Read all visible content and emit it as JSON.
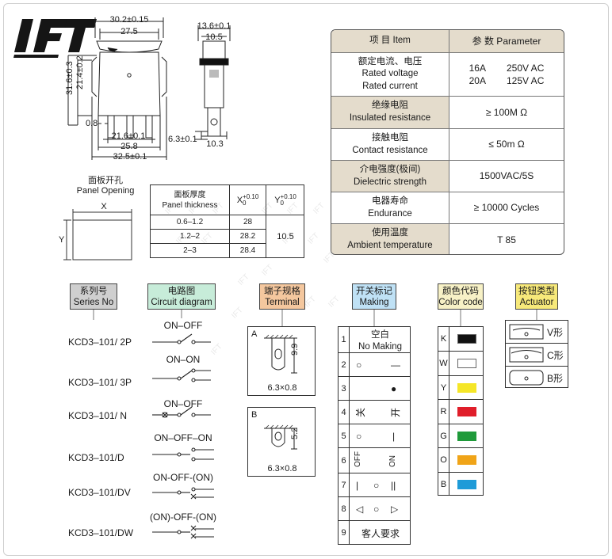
{
  "logo": {
    "text": "IFT"
  },
  "dimensions": {
    "overall_width": "30.2±0.15",
    "inner_width": "27.5",
    "height_total": "31.6±0.3",
    "height_body": "21.4±0.2",
    "pin_thickness": "0.8",
    "pin_span": "21.6±0.1",
    "base_width": "25.8",
    "base_total": "32.5±0.1",
    "side_width_top": "13.6±0.1",
    "side_width_inner": "10.5",
    "terminal_width": "6.3±0.1",
    "side_bottom": "10.3"
  },
  "spec_table": {
    "header": {
      "item": "项 目   Item",
      "param": "参 数   Parameter"
    },
    "rows": [
      {
        "item_cn": "额定电流、电压",
        "item_en": "Rated voltage",
        "item_en2": "Rated current",
        "value1": "16A        250V AC",
        "value2": "20A        125V AC"
      },
      {
        "item_cn": "绝缘电阻",
        "item_en": "Insulated resistance",
        "value": "≥ 100M Ω"
      },
      {
        "item_cn": "接触电阻",
        "item_en": "Contact resistance",
        "value": "≤ 50m Ω"
      },
      {
        "item_cn": "介电强度(极间)",
        "item_en": "Dielectric strength",
        "value": "1500VAC/5S"
      },
      {
        "item_cn": "电器寿命",
        "item_en": "Endurance",
        "value": "≥ 10000 Cycles"
      },
      {
        "item_cn": "使用温度",
        "item_en": "Ambient temperature",
        "value": "T 85"
      }
    ]
  },
  "panel_opening": {
    "title_cn": "面板开孔",
    "title_en": "Panel Opening",
    "x_label": "X",
    "y_label": "Y",
    "table": {
      "h_thickness_cn": "面板厚度",
      "h_thickness_en": "Panel thickness",
      "h_x": "X",
      "h_x_tol": "+0.10",
      "h_x_tol2": "0",
      "h_y": "Y",
      "h_y_tol": "+0.10",
      "h_y_tol2": "0",
      "rows": [
        {
          "thickness": "0.6–1.2",
          "x": "28"
        },
        {
          "thickness": "1.2–2",
          "x": "28.2"
        },
        {
          "thickness": "2–3",
          "x": "28.4"
        }
      ],
      "y_value": "10.5"
    }
  },
  "legend": {
    "series": {
      "cn": "系列号",
      "en": "Series No"
    },
    "circuit": {
      "cn": "电路图",
      "en": "Circuit diagram"
    },
    "terminal": {
      "cn": "端子规格",
      "en": "Terminal"
    },
    "making": {
      "cn": "开关标记",
      "en": "Making"
    },
    "color": {
      "cn": "颜色代码",
      "en": "Color code"
    },
    "actuator": {
      "cn": "按钮类型",
      "en": "Actuator"
    }
  },
  "series_items": [
    {
      "model": "KCD3–101/ 2P",
      "circuit": "ON–OFF"
    },
    {
      "model": "KCD3–101/ 3P",
      "circuit": "ON–ON"
    },
    {
      "model": "KCD3–101/ N",
      "circuit": "ON–OFF"
    },
    {
      "model": "KCD3–101/D",
      "circuit": "ON–OFF–ON"
    },
    {
      "model": "KCD3–101/DV",
      "circuit": "ON-OFF-(ON)"
    },
    {
      "model": "KCD3–101/DW",
      "circuit": "(ON)-OFF-(ON)"
    }
  ],
  "terminals": [
    {
      "code": "A",
      "size": "6.3×0.8",
      "dim": "9.9"
    },
    {
      "code": "B",
      "size": "6.3×0.8",
      "dim": "5.2"
    }
  ],
  "making_items": [
    {
      "num": "1",
      "cn": "空白",
      "en": "No Making"
    },
    {
      "num": "2",
      "left": "○",
      "right": "—"
    },
    {
      "num": "3",
      "right": "●"
    },
    {
      "num": "4",
      "left": "关",
      "right": "开"
    },
    {
      "num": "5",
      "left": "○",
      "right": "|"
    },
    {
      "num": "6",
      "left": "OFF",
      "right": "ON"
    },
    {
      "num": "7",
      "left": "|",
      "mid": "○",
      "right": "||"
    },
    {
      "num": "8",
      "left": "◁",
      "mid": "○",
      "right": "▷"
    },
    {
      "num": "9",
      "cn": "客人要求"
    }
  ],
  "color_codes": [
    {
      "code": "K",
      "color": "#111111"
    },
    {
      "code": "W",
      "color": "#ffffff"
    },
    {
      "code": "Y",
      "color": "#f5e628"
    },
    {
      "code": "R",
      "color": "#e01e2a"
    },
    {
      "code": "G",
      "color": "#1f9a3a"
    },
    {
      "code": "O",
      "color": "#f0a418"
    },
    {
      "code": "B",
      "color": "#1e9bd8"
    }
  ],
  "actuators": [
    {
      "label": "V形"
    },
    {
      "label": "C形"
    },
    {
      "label": "B形"
    }
  ],
  "watermark": "IFT",
  "colors": {
    "table_header": "#e4dccc",
    "series_head": "#cfcfcf",
    "circuit_head": "#c7ecd9",
    "terminal_head": "#f4c79e",
    "making_head": "#bfe1f5",
    "color_head": "#f7f1c6",
    "actuator_head": "#f7e97a"
  }
}
